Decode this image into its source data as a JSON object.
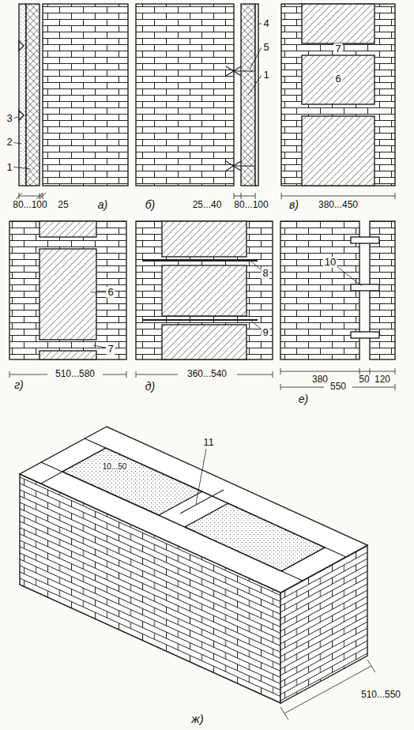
{
  "diagram": {
    "labels": [
      "3",
      "2",
      "1",
      "80...100",
      "25",
      "а)",
      "4",
      "5",
      "1",
      "25...40",
      "80...100",
      "б)",
      "6",
      "7",
      "380...450",
      "в)",
      "6",
      "7",
      "510...580",
      "г)",
      "8",
      "9",
      "360...540",
      "д)",
      "10",
      "380",
      "50",
      "120",
      "550",
      "е)",
      "11",
      "10...50",
      "510...550",
      "ж)"
    ]
  }
}
